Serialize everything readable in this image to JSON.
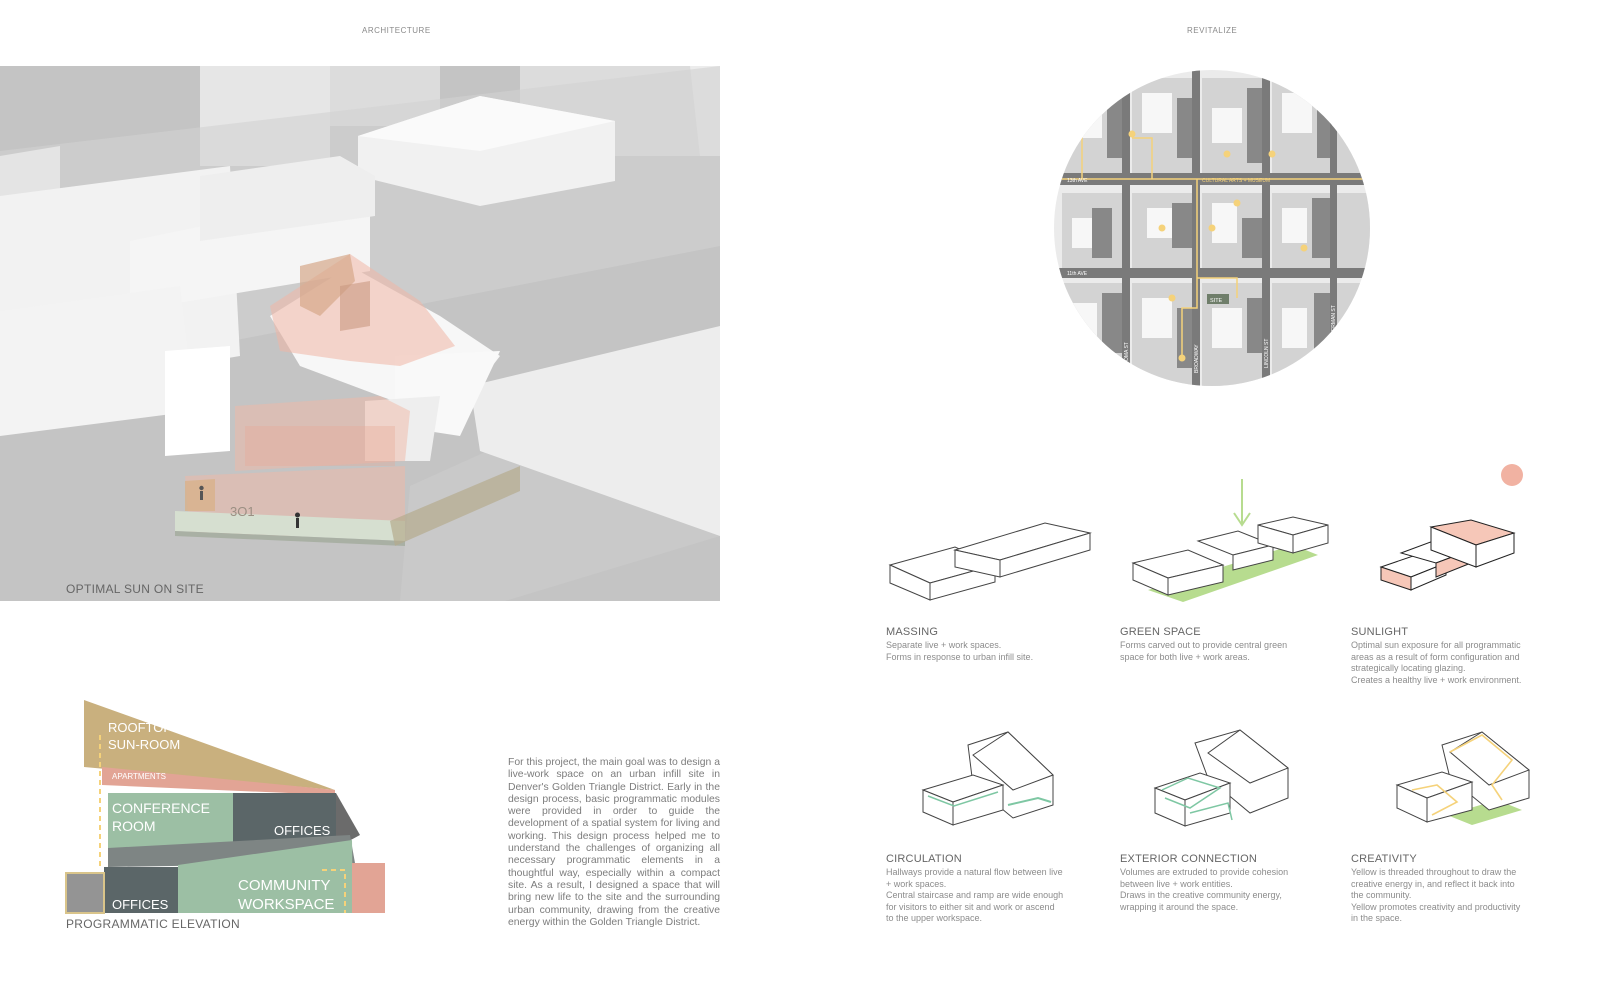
{
  "left_page": {
    "header": "ARCHITECTURE",
    "site_render_caption": "OPTIMAL SUN ON SITE",
    "elevation": {
      "caption": "PROGRAMMATIC ELEVATION",
      "rooftop_line1": "ROOFTOP",
      "rooftop_line2": "SUN-ROOM",
      "apartments": "APARTMENTS",
      "conference_line1": "CONFERENCE",
      "conference_line2": "ROOM",
      "offices_upper": "OFFICES",
      "community_line1": "COMMUNITY",
      "community_line2": "WORKSPACE",
      "offices_lower": "OFFICES"
    },
    "description": "For this project, the main goal was to design a live-work space on an urban infill site in Denver's Golden Triangle District. Early in the design process, basic programmatic modules were provided in order to guide the development of a spatial system for living and working. This design process helped me to understand the challenges of organizing all necessary programmatic elements in a thoughtful way, especially within a compact site. As a result, I designed a space that will bring new life to the site and the surrounding urban community, drawing from the creative energy within the Golden Triangle District."
  },
  "right_page": {
    "header": "REVITALIZE",
    "map": {
      "street_labels": [
        "13th AVE",
        "11th AVE",
        "CULTURAL ARTS + MUSEUM",
        "ACOMA ST",
        "BROADWAY",
        "LINCOLN ST",
        "SHERMAN ST",
        "SITE"
      ]
    },
    "diagrams": [
      {
        "title": "MASSING",
        "lines": [
          "Separate live + work spaces.",
          "Forms in response to urban infill site."
        ]
      },
      {
        "title": "GREEN SPACE",
        "lines": [
          "Forms carved out to provide central green",
          "space for both live + work areas."
        ]
      },
      {
        "title": "SUNLIGHT",
        "lines": [
          "Optimal sun exposure for all programmatic",
          "areas as a result of form configuration and",
          "strategically locating glazing.",
          "Creates a healthy live + work environment."
        ]
      },
      {
        "title": "CIRCULATION",
        "lines": [
          "Hallways provide a natural flow between live",
          "+ work spaces.",
          "Central staircase and ramp are wide enough",
          "for visitors to either sit and work or ascend",
          "to the upper workspace."
        ]
      },
      {
        "title": "EXTERIOR CONNECTION",
        "lines": [
          "Volumes are extruded to provide cohesion",
          "between live + work entities.",
          "Draws in the creative community energy,",
          "wrapping it around the space."
        ]
      },
      {
        "title": "CREATIVITY",
        "lines": [
          "Yellow is threaded throughout to draw the",
          "creative energy in, and reflect it back into",
          "the community.",
          "Yellow promotes creativity and productivity",
          "in the space."
        ]
      }
    ]
  },
  "colors": {
    "gold": "#c9b07e",
    "salmon": "#e2a495",
    "sage": "#9cbfa4",
    "slate": "#5b6668",
    "gray_block": "#949494",
    "green_accent": "#b7dc8f",
    "yellow_accent": "#f5d27a",
    "pink_sun": "#f1b2a2"
  }
}
